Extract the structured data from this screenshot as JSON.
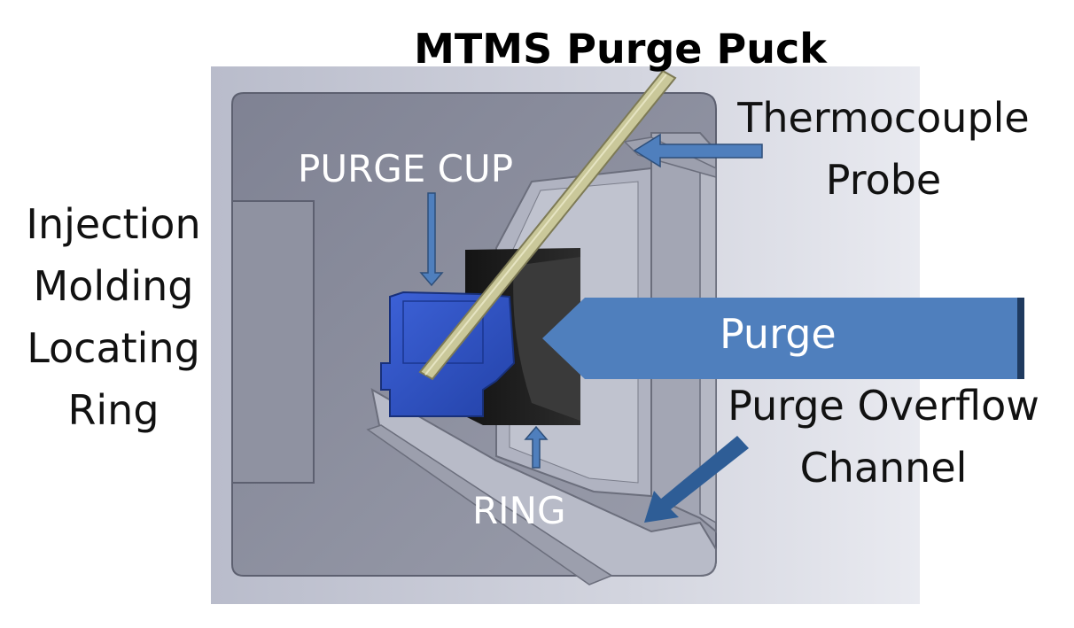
{
  "title": "MTMS Purge Puck",
  "labels": {
    "purge_cup": "PURGE CUP",
    "ring": "RING",
    "purge": "Purge",
    "thermocouple": [
      "Thermocouple",
      "Probe"
    ],
    "overflow": [
      "Purge Overflow",
      "Channel"
    ],
    "locating_ring": [
      "Injection",
      "Molding",
      "Locating",
      "Ring"
    ]
  },
  "colors": {
    "background_panel": "#c7cad6",
    "mold_body": "#8a8d9c",
    "purge_cup_blue": "#2c4fc4",
    "ring_black": "#1b1b1b",
    "probe": "#c9c79a",
    "arrow_blue": "#4f7fbd",
    "arrow_dark": "#2e5d96"
  }
}
